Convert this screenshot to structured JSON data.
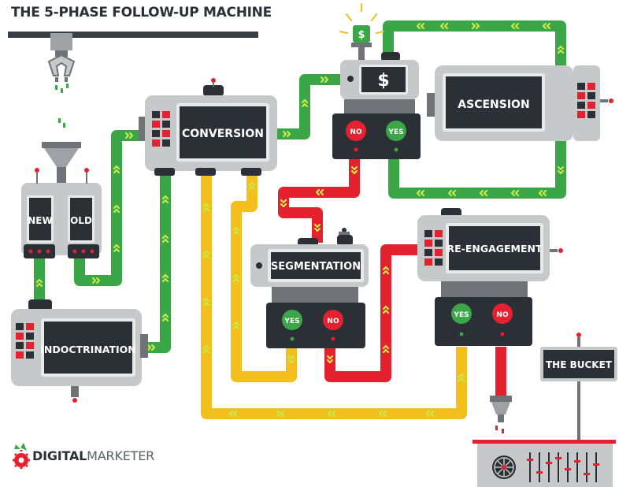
{
  "title": "THE 5-PHASE FOLLOW-UP MACHINE",
  "machines": {
    "new": "NEW",
    "old": "OLD",
    "indoctrination": "INDOCTRINATION",
    "conversion": "CONVERSION",
    "ascension": "ASCENSION",
    "segmentation": "SEGMENTATION",
    "reengagement": "RE-ENGAGEMENT",
    "bucket": "THE BUCKET"
  },
  "symbols": {
    "dollar_screen": "$",
    "dollar_light": "$"
  },
  "buttons": {
    "no": "NO",
    "yes": "YES"
  },
  "logo": {
    "bold": "DIGITAL",
    "light": "MARKETER"
  },
  "colors": {
    "green_path": "#3aa648",
    "yellow_path": "#f2bf1d",
    "red_path": "#e4212e",
    "machine_gray": "#c7c8ca",
    "screen_dark": "#2b2f36",
    "arrow_green": "#c9e84a",
    "button_red": "#e4212e",
    "button_green": "#3aa648"
  }
}
